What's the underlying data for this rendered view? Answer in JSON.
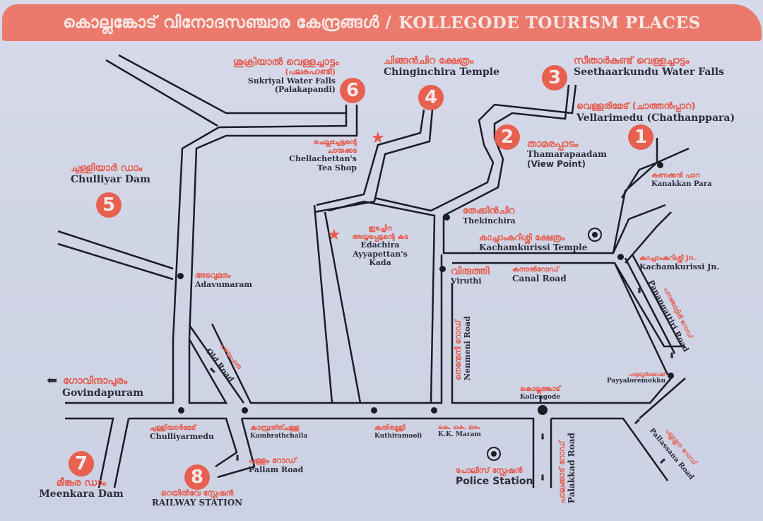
{
  "header": {
    "title_ml": "കൊല്ലങ്കോട് വിനോദസഞ്ചാര കേന്ദ്രങ്ങൾ /",
    "title_en": "KOLLEGODE TOURISM PLACES"
  },
  "colors": {
    "accent": "#ec7a6c",
    "label_red": "#e6594b",
    "road": "#1c1d24",
    "background": "#d3d8e8"
  },
  "places": [
    {
      "num": "1",
      "ml": "വെള്ളരിമേട് (ചാത്തൻപ്പാറ)",
      "en": "Vellarimedu (Chathanppara)"
    },
    {
      "num": "2",
      "ml": "താമരപ്പാടം",
      "en": "Thamarapaadam",
      "en2": "(View Point)"
    },
    {
      "num": "3",
      "ml": "സീതാർകുണ്ട് വെള്ളച്ചാട്ടം",
      "en": "Seethaarkundu Water Falls"
    },
    {
      "num": "4",
      "ml": "ചിങ്ങൻചിറ ക്ഷേത്രം",
      "en": "Chinginchira Temple"
    },
    {
      "num": "5",
      "ml": "ചുള്ളിയാർ ഡാം",
      "en": "Chulliyar Dam"
    },
    {
      "num": "6",
      "ml": "ശുക്രിയാൽ വെള്ളച്ചാട്ടം",
      "ml2": "(പലകപാണ്ടി)",
      "en": "Sukriyal Water Falls",
      "en2": "(Palakapandi)"
    },
    {
      "num": "7",
      "ml": "മീങ്കര ഡാം",
      "en": "Meenkara Dam"
    },
    {
      "num": "8",
      "ml": "റെയിൽവേ സ്റ്റേഷൻ",
      "en": "RAILWAY STATION"
    }
  ],
  "spots": {
    "tea_shop": {
      "ml": "ചെല്ലച്ചേട്ടന്റെ",
      "ml2": "ചായക്കട",
      "en": "Chellachettan's",
      "en2": "Tea Shop"
    },
    "ayyapettan": {
      "ml": "ഇടച്ചിറ",
      "ml2": "അയ്യപ്പേട്ടന്റെ കട",
      "en": "Edachira",
      "en2": "Ayyapettan's",
      "en3": "Kada"
    }
  },
  "localities": {
    "thekinchira": {
      "ml": "തേക്കിൻചിറ",
      "en": "Thekinchira"
    },
    "kachamkurissi_temple": {
      "ml": "കാച്ചാംകുറിശ്ശി ക്ഷേത്രം",
      "en": "Kachamkurissi Temple"
    },
    "kachamkurissi_jn": {
      "ml": "കാച്ചാംകുറിശ്ശി Jn.",
      "en": "Kachamkurissi Jn."
    },
    "kanakkan_para": {
      "ml": "കണക്കൻ പാറ",
      "en": "Kanakkan Para"
    },
    "viruthi": {
      "ml": "വിരുത്തി",
      "en": "Viruthi"
    },
    "canal_road": {
      "ml": "കനാൽറോഡ്",
      "en": "Canal Road"
    },
    "adavumaram": {
      "ml": "അടവുമരം",
      "en": "Adavumaram"
    },
    "govindapuram": {
      "ml": "ഗോവിന്ദാപുരം",
      "en": "Govindapuram"
    },
    "old_road": {
      "ml": "പഴയപാത",
      "en": "Old Road"
    },
    "nenmeni_road": {
      "ml": "നെന്മേനി റോഡ്",
      "en": "Nenmeni Road"
    },
    "panangattiri_road": {
      "ml": "പനങ്ങാട്ടിരി റോഡ്",
      "en": "Panangattiri Road"
    },
    "payyaloremokku": {
      "ml": "പയ്യലൂർമൊക്ക്",
      "en": "Payyaloremokku"
    },
    "kollengode": {
      "ml": "കൊല്ലങ്കോട്",
      "en": "Kollengode"
    },
    "chulliyarmedu": {
      "ml": "ചുള്ളിയാർമേട്",
      "en": "Chulliyarmedu"
    },
    "kambrathchalla": {
      "ml": "കാമ്പ്രത്ത്ചള്ള",
      "en": "Kambrathchalla"
    },
    "kuthiramooli": {
      "ml": "കുതിരമൂളി",
      "en": "Kuthiramooli"
    },
    "kk_maram": {
      "ml": "കെ. കെ. മരം",
      "en": "K.K. Maram"
    },
    "pallam_road": {
      "ml": "പള്ളം റോഡ്",
      "en": "Pallam Road"
    },
    "police_station": {
      "ml": "പോലീസ് സ്റ്റേഷൻ",
      "en": "Police Station"
    },
    "palakkad_road": {
      "ml": "പാലക്കാട് റോഡ്",
      "en": "Palakkad Road"
    },
    "pallassana_road": {
      "ml": "പല്ലശ്ശന റോഡ്",
      "en": "Pallassana Road"
    }
  }
}
